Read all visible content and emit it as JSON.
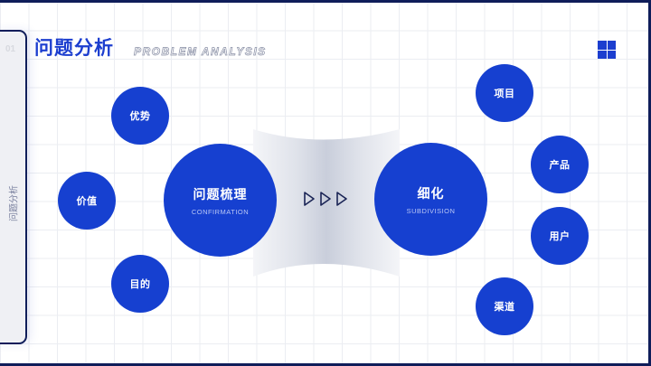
{
  "header": {
    "title": "问题分析",
    "subtitle": "PROBLEM ANALYSIS",
    "menu_icon": "grid-four-squares-icon"
  },
  "side_tab": {
    "number": "01",
    "label": "问题分析"
  },
  "left_nodes": [
    {
      "label": "优势"
    },
    {
      "label": "价值"
    },
    {
      "label": "目的"
    }
  ],
  "center_left": {
    "title": "问题梳理",
    "subtitle": "CONFIRMATION"
  },
  "connector": {
    "icon": "triple-play-arrows-icon"
  },
  "center_right": {
    "title": "细化",
    "subtitle": "SUBDIVISION"
  },
  "right_nodes": [
    {
      "label": "项目"
    },
    {
      "label": "产品"
    },
    {
      "label": "用户"
    },
    {
      "label": "渠道"
    }
  ],
  "colors": {
    "primary_blue": "#1640d0",
    "title_blue": "#1c3ecf",
    "frame_navy": "#0f1d5a",
    "grid_line": "#ebedf2",
    "arrow_stroke": "#1a2455"
  }
}
